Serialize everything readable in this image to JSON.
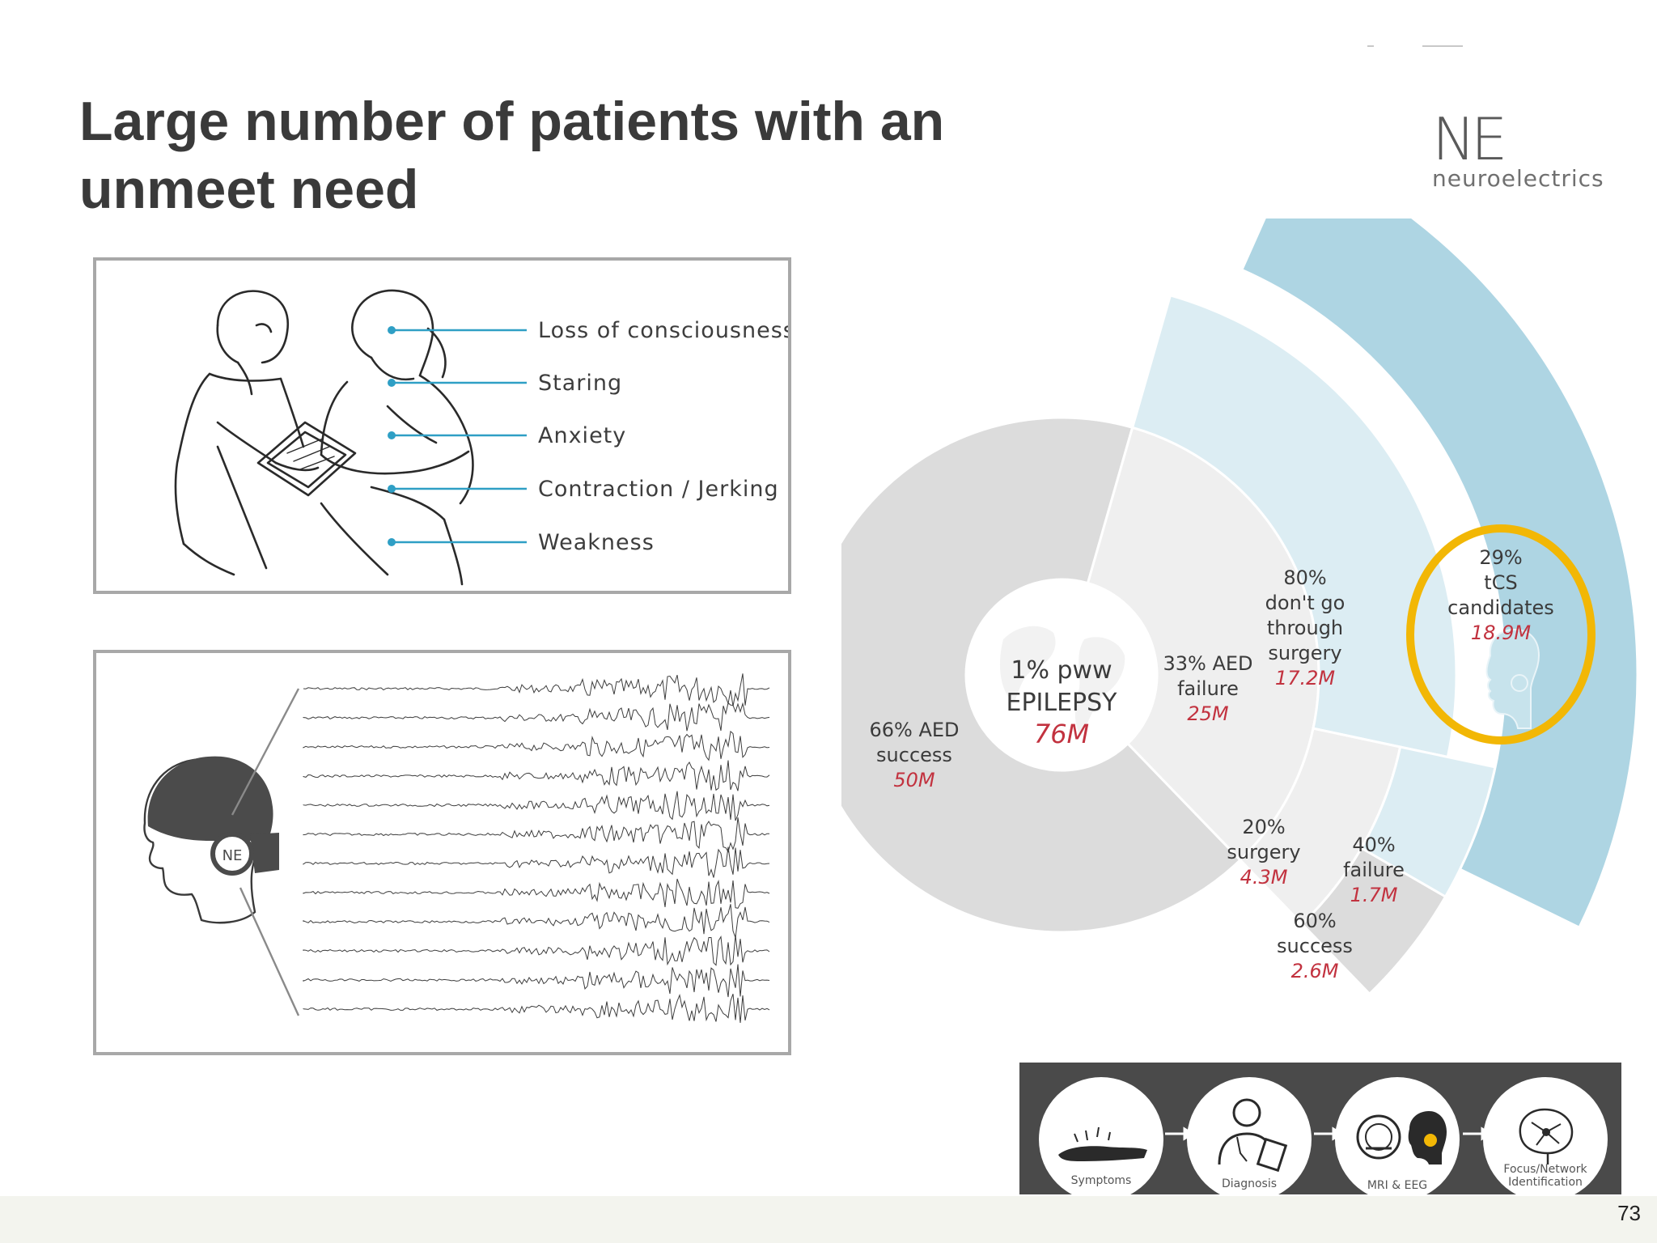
{
  "slide": {
    "title_line1": "Large number of patients with an",
    "title_line2": "unmeet need",
    "page_number": "73"
  },
  "logo": {
    "mark": "NE",
    "wordmark": "neuroelectrics"
  },
  "symptoms": {
    "items": [
      "Loss of consciousness",
      "Staring",
      "Anxiety",
      "Contraction / Jerking",
      "Weakness"
    ],
    "line_color": "#2f9fc5"
  },
  "eeg": {
    "cap_logo": "NE",
    "channel_count": 12
  },
  "sunburst": {
    "center": {
      "pct": "1% pww",
      "label": "EPILEPSY",
      "value": "76M"
    },
    "aed_success": {
      "pct": "66% AED",
      "label": "success",
      "value": "50M"
    },
    "aed_failure": {
      "pct": "33% AED",
      "label": "failure",
      "value": "25M"
    },
    "no_surgery": {
      "pct": "80%",
      "line1": "don't go",
      "line2": "through",
      "line3": "surgery",
      "value": "17.2M"
    },
    "surgery": {
      "pct": "20%",
      "label": "surgery",
      "value": "4.3M"
    },
    "surgery_success": {
      "pct": "60%",
      "label": "success",
      "value": "2.6M"
    },
    "surgery_failure": {
      "pct": "40%",
      "label": "failure",
      "value": "1.7M"
    },
    "tcs": {
      "pct": "29%",
      "line1": "tCS",
      "line2": "candidates",
      "value": "18.9M"
    },
    "colors": {
      "gray": "#dcdcdc",
      "light_gray": "#efefef",
      "light_blue": "#dcedf3",
      "blue": "#aed5e3",
      "highlight": "#f2b705",
      "value_red": "#c2323f"
    }
  },
  "pathway": {
    "steps": [
      {
        "label": "Symptoms"
      },
      {
        "label": "Diagnosis"
      },
      {
        "label": "MRI & EEG"
      },
      {
        "label": "Focus/Network",
        "label2": "Identification"
      }
    ]
  }
}
